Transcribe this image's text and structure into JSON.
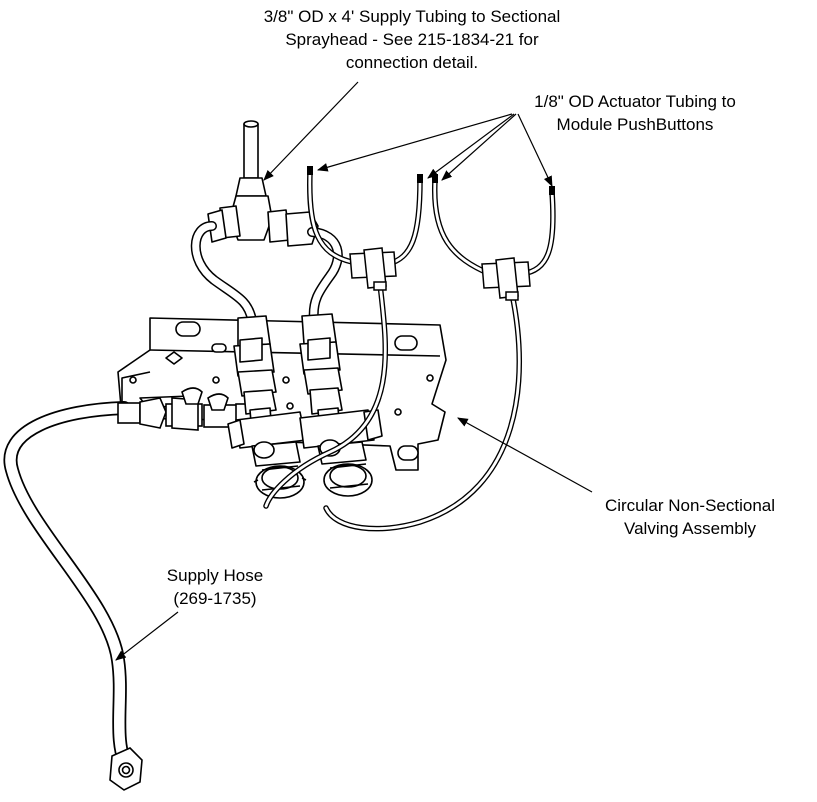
{
  "labels": {
    "supply_tubing": [
      "3/8\" OD x 4' Supply Tubing to Sectional",
      "Sprayhead - See 215-1834-21 for",
      "connection detail."
    ],
    "actuator_tubing": [
      "1/8\" OD Actuator Tubing to",
      "Module PushButtons"
    ],
    "valving_assembly": [
      "Circular Non-Sectional",
      "Valving Assembly"
    ],
    "supply_hose": [
      "Supply Hose",
      "(269-1735)"
    ]
  }
}
